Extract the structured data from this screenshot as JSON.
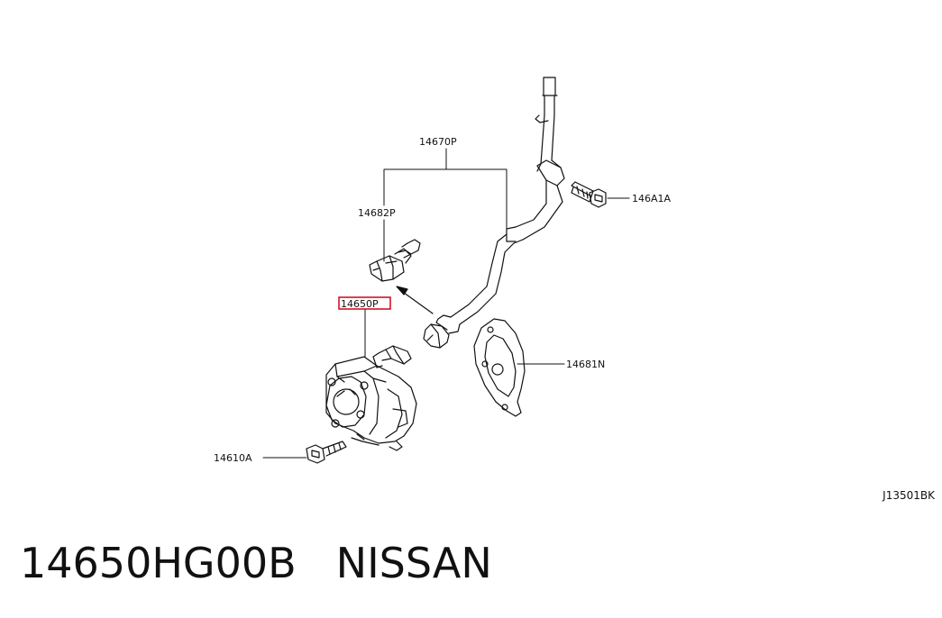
{
  "labels": {
    "kit": "14670P",
    "valve": "14682P",
    "pump": "14650P",
    "bolt_top": "146A1A",
    "gasket": "14681N",
    "bolt_bottom": "14610A"
  },
  "highlight_color": "#d0021b",
  "diagram_code": "J13501BK",
  "footer": {
    "part_number": "14650HG00B",
    "brand": "NISSAN"
  }
}
